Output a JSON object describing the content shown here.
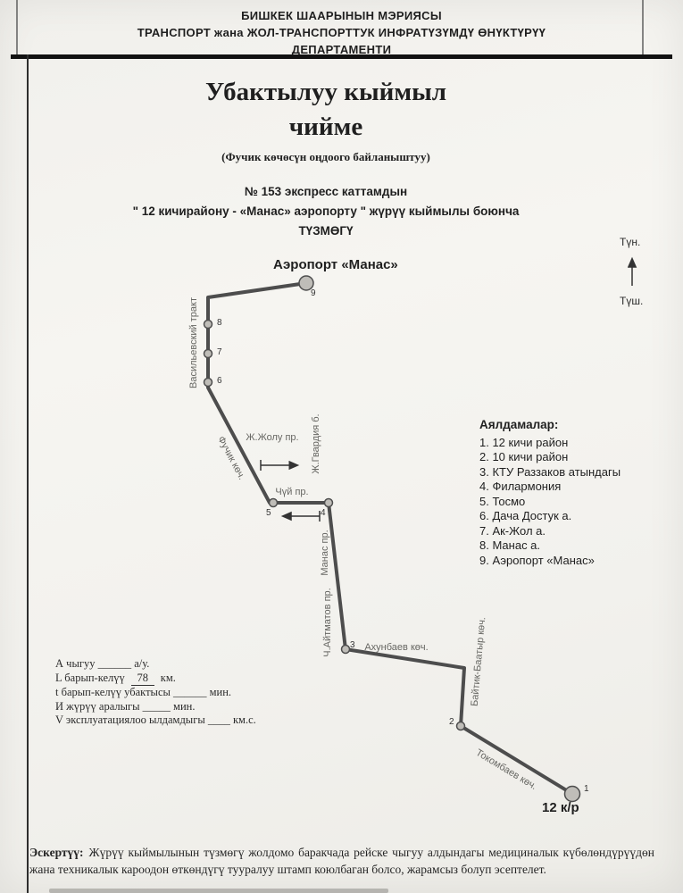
{
  "letterhead": {
    "line1": "БИШКЕК ШААРЫНЫН МЭРИЯСЫ",
    "line2": "ТРАНСПОРТ жана ЖОЛ-ТРАНСПОРТТУК ИНФРАТҮЗҮМДҮ ӨНҮКТҮРҮҮ",
    "line3": "ДЕПАРТАМЕНТИ"
  },
  "title": {
    "line1": "Убактылуу кыймыл",
    "line2": "чийме",
    "subtitle": "(Фучик көчөсүн оңдоого байланыштуу)"
  },
  "route_header": {
    "line1": "№ 153 экспресс каттамдын",
    "line2": "\" 12 кичирайону  - «Манас» аэропорту \" жүрүү кыймылы боюнча",
    "line3": "ТҮЗМӨГҮ"
  },
  "compass": {
    "north": "Түн.",
    "south": "Түш."
  },
  "map": {
    "airport_label": "Аэропорт «Манас»",
    "terminus_label": "12 к/р",
    "streets": {
      "vasilevsky": "Васильевский тракт",
      "fuchik": "Фучик көч.",
      "zh_zholu": "Ж.Жолу пр.",
      "chui": "Чүй пр.",
      "zh_gvardiya": "Ж.Гвардия б.",
      "manas": "Манас пр.",
      "aitmatov": "Ч.Айтматов пр.",
      "akhunbaev": "Ахунбаев көч.",
      "baitik": "Байтик-Баатыр көч.",
      "tokombaev": "Токомбаев көч."
    },
    "stop_numbers": {
      "s1": "1",
      "s2": "2",
      "s3": "3",
      "s4": "4",
      "s5": "5",
      "s6": "6",
      "s7": "7",
      "s8": "8",
      "s9": "9"
    }
  },
  "stops_list": {
    "title": "Аялдамалар:",
    "items": [
      "1. 12 кичи район",
      "2. 10 кичи район",
      "3. КТУ Раззаков атындагы",
      "4. Филармония",
      "5. Тосмо",
      "6. Дача Достук а.",
      "7. Ак-Жол а.",
      "8. Манас а.",
      "9. Аэропорт «Манас»"
    ]
  },
  "metrics": {
    "line1": "А чыгуу  ______  а/у.",
    "line2_prefix": "L барып-келүү",
    "line2_value": "78",
    "line2_suffix": "км.",
    "line3": "t барып-келүү убактысы ______ мин.",
    "line4": "И жүрүү аралыгы  _____  мин.",
    "line5": "V эксплуатациялоо ылдамдыгы ____ км.с."
  },
  "note": {
    "label": "Эскертүү:",
    "text": "Жүрүү кыймылынын түзмөгү жолдомо баракчада рейске чыгуу алдындагы медициналык күбөлөндүрүүдөн жана техникалык кароодон өткөндүгү тууралуу штамп коюлбаган болсо, жарамсыз болуп эсептелет."
  },
  "colors": {
    "paper": "#f2f1ed",
    "ink": "#1f1f1f",
    "route": "#4d4d4d",
    "stop_fill": "#bfbdb8"
  }
}
